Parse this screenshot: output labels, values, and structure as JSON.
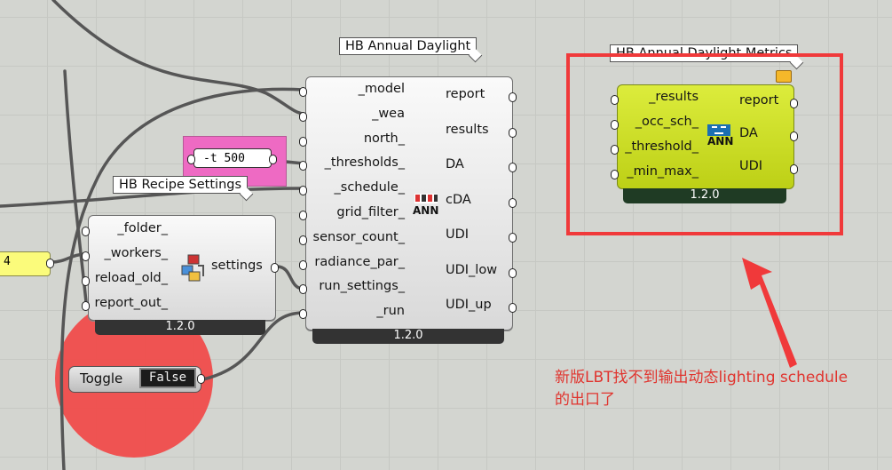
{
  "annual_daylight": {
    "title": "HB Annual Daylight",
    "inputs": [
      "_model",
      "_wea",
      "north_",
      "_thresholds_",
      "_schedule_",
      "grid_filter_",
      "sensor_count_",
      "radiance_par_",
      "run_settings_",
      "_run"
    ],
    "outputs": [
      "report",
      "results",
      "DA",
      "cDA",
      "UDI",
      "UDI_low",
      "UDI_up"
    ],
    "version": "1.2.0",
    "icon_label": "ANN"
  },
  "recipe_settings": {
    "title": "HB Recipe Settings",
    "inputs": [
      "_folder_",
      "_workers_",
      "reload_old_",
      "report_out_"
    ],
    "output": "settings",
    "version": "1.2.0"
  },
  "daylight_metrics": {
    "title": "HB Annual Daylight Metrics",
    "inputs": [
      "_results",
      "_occ_sch_",
      "_threshold_",
      "_min_max_"
    ],
    "outputs": [
      "report",
      "DA",
      "UDI"
    ],
    "version": "1.2.0",
    "icon_label": "ANN"
  },
  "panel_param": {
    "value": "-t 500"
  },
  "slider_value": {
    "value": "4"
  },
  "toggle": {
    "label": "Toggle",
    "value": "False"
  },
  "annotation": {
    "line1": "新版LBT找不到输出动态lighting schedule",
    "line2": "的出口了"
  },
  "colors": {
    "highlight_box": "#f0393a",
    "metrics_body": "#c8dc1c",
    "red_circle": "#ef4e4d",
    "panel_pink": "#ee6ac3"
  }
}
